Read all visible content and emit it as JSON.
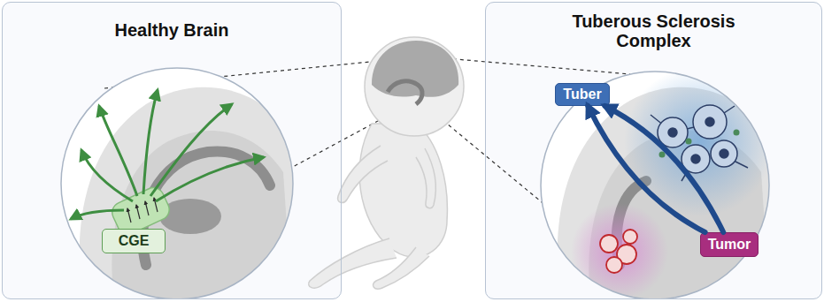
{
  "diagram": {
    "nodes": [
      {
        "text": [
          "Healthy Brain"
        ]
      },
      {
        "text": [
          "CGE"
        ],
        "in": 0
      },
      {
        "text": [
          "Tuberous Sclerosis Complex"
        ]
      },
      {
        "text": [
          "Tuber"
        ],
        "in": 2
      },
      {
        "text": [
          "Tumor"
        ],
        "in": 2
      }
    ],
    "edges": [
      {
        "from": 4,
        "to": 3,
        "arrow": "to"
      },
      {
        "from": 4,
        "to": 3,
        "arrow": "to"
      }
    ]
  }
}
